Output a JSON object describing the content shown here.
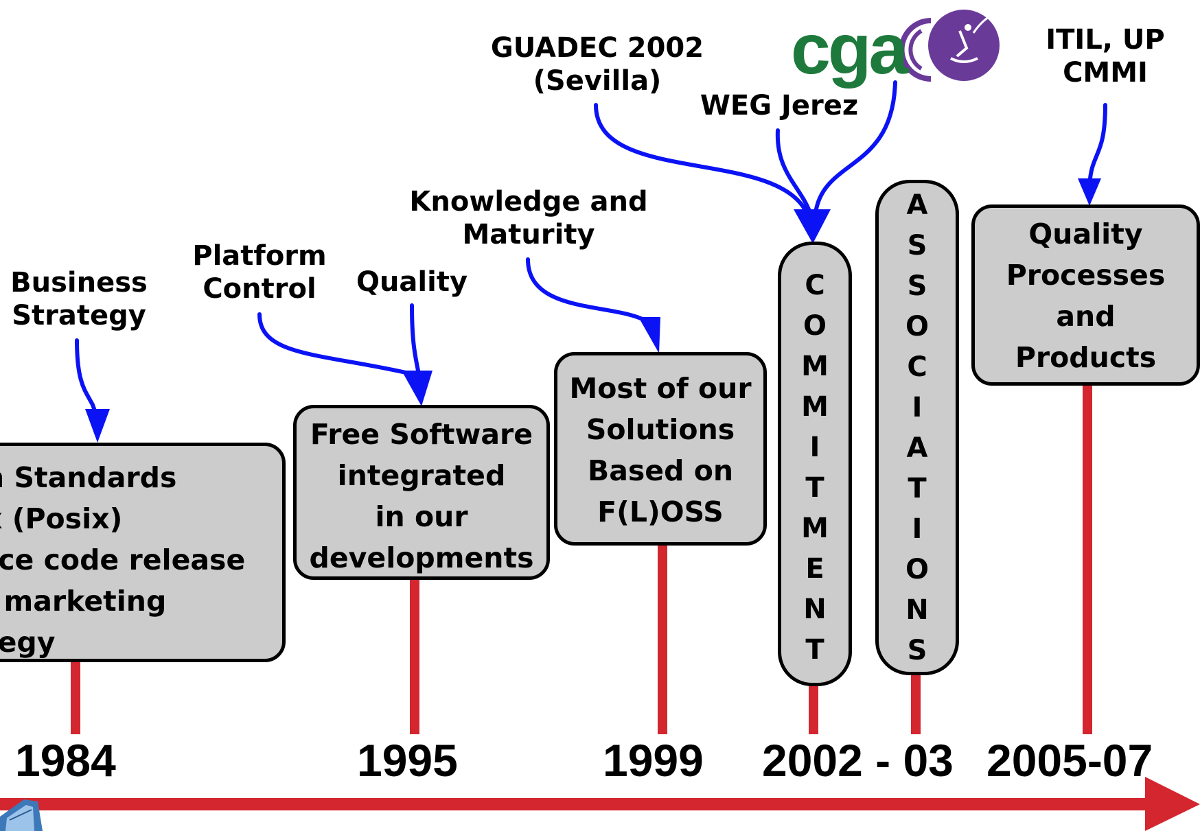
{
  "colors": {
    "arrow": "#0b13f5",
    "timeline": "#d3262f",
    "box_fill": "#cccccc",
    "logo_green": "#1e7a3c",
    "logo_purple": "#6a3a99"
  },
  "logo": {
    "text": "cga"
  },
  "labels": {
    "business_strategy": [
      "Business",
      "Strategy"
    ],
    "platform_control": [
      "Platform",
      "Control"
    ],
    "quality": "Quality",
    "knowledge_maturity": [
      "Knowledge and",
      "Maturity"
    ],
    "guadec": [
      "GUADEC 2002",
      "(Sevilla)"
    ],
    "weg_jerez": "WEG Jerez",
    "itil": [
      "ITIL, UP",
      "CMMI"
    ]
  },
  "boxes": {
    "standards": [
      "n Standards",
      "x (Posix)",
      "rce code release",
      "  marketing",
      "tegy"
    ],
    "free_software": [
      "Free Software",
      "integrated",
      "in our",
      "developments"
    ],
    "solutions": [
      "Most of our",
      "Solutions",
      "Based on",
      "F(L)OSS"
    ],
    "commitment": [
      "C",
      "O",
      "M",
      "M",
      "I",
      "T",
      "M",
      "E",
      "N",
      "T"
    ],
    "associations": [
      "A",
      "S",
      "S",
      "O",
      "C",
      "I",
      "A",
      "T",
      "I",
      "O",
      "N",
      "S"
    ],
    "quality_processes": [
      "Quality",
      "Processes",
      "and",
      "Products"
    ]
  },
  "years": [
    "1984",
    "1995",
    "1999",
    "2002 - 03",
    "2005-07"
  ],
  "icons": [
    "cga-logo-icon",
    "timeline-arrow-icon",
    "building-icon"
  ]
}
